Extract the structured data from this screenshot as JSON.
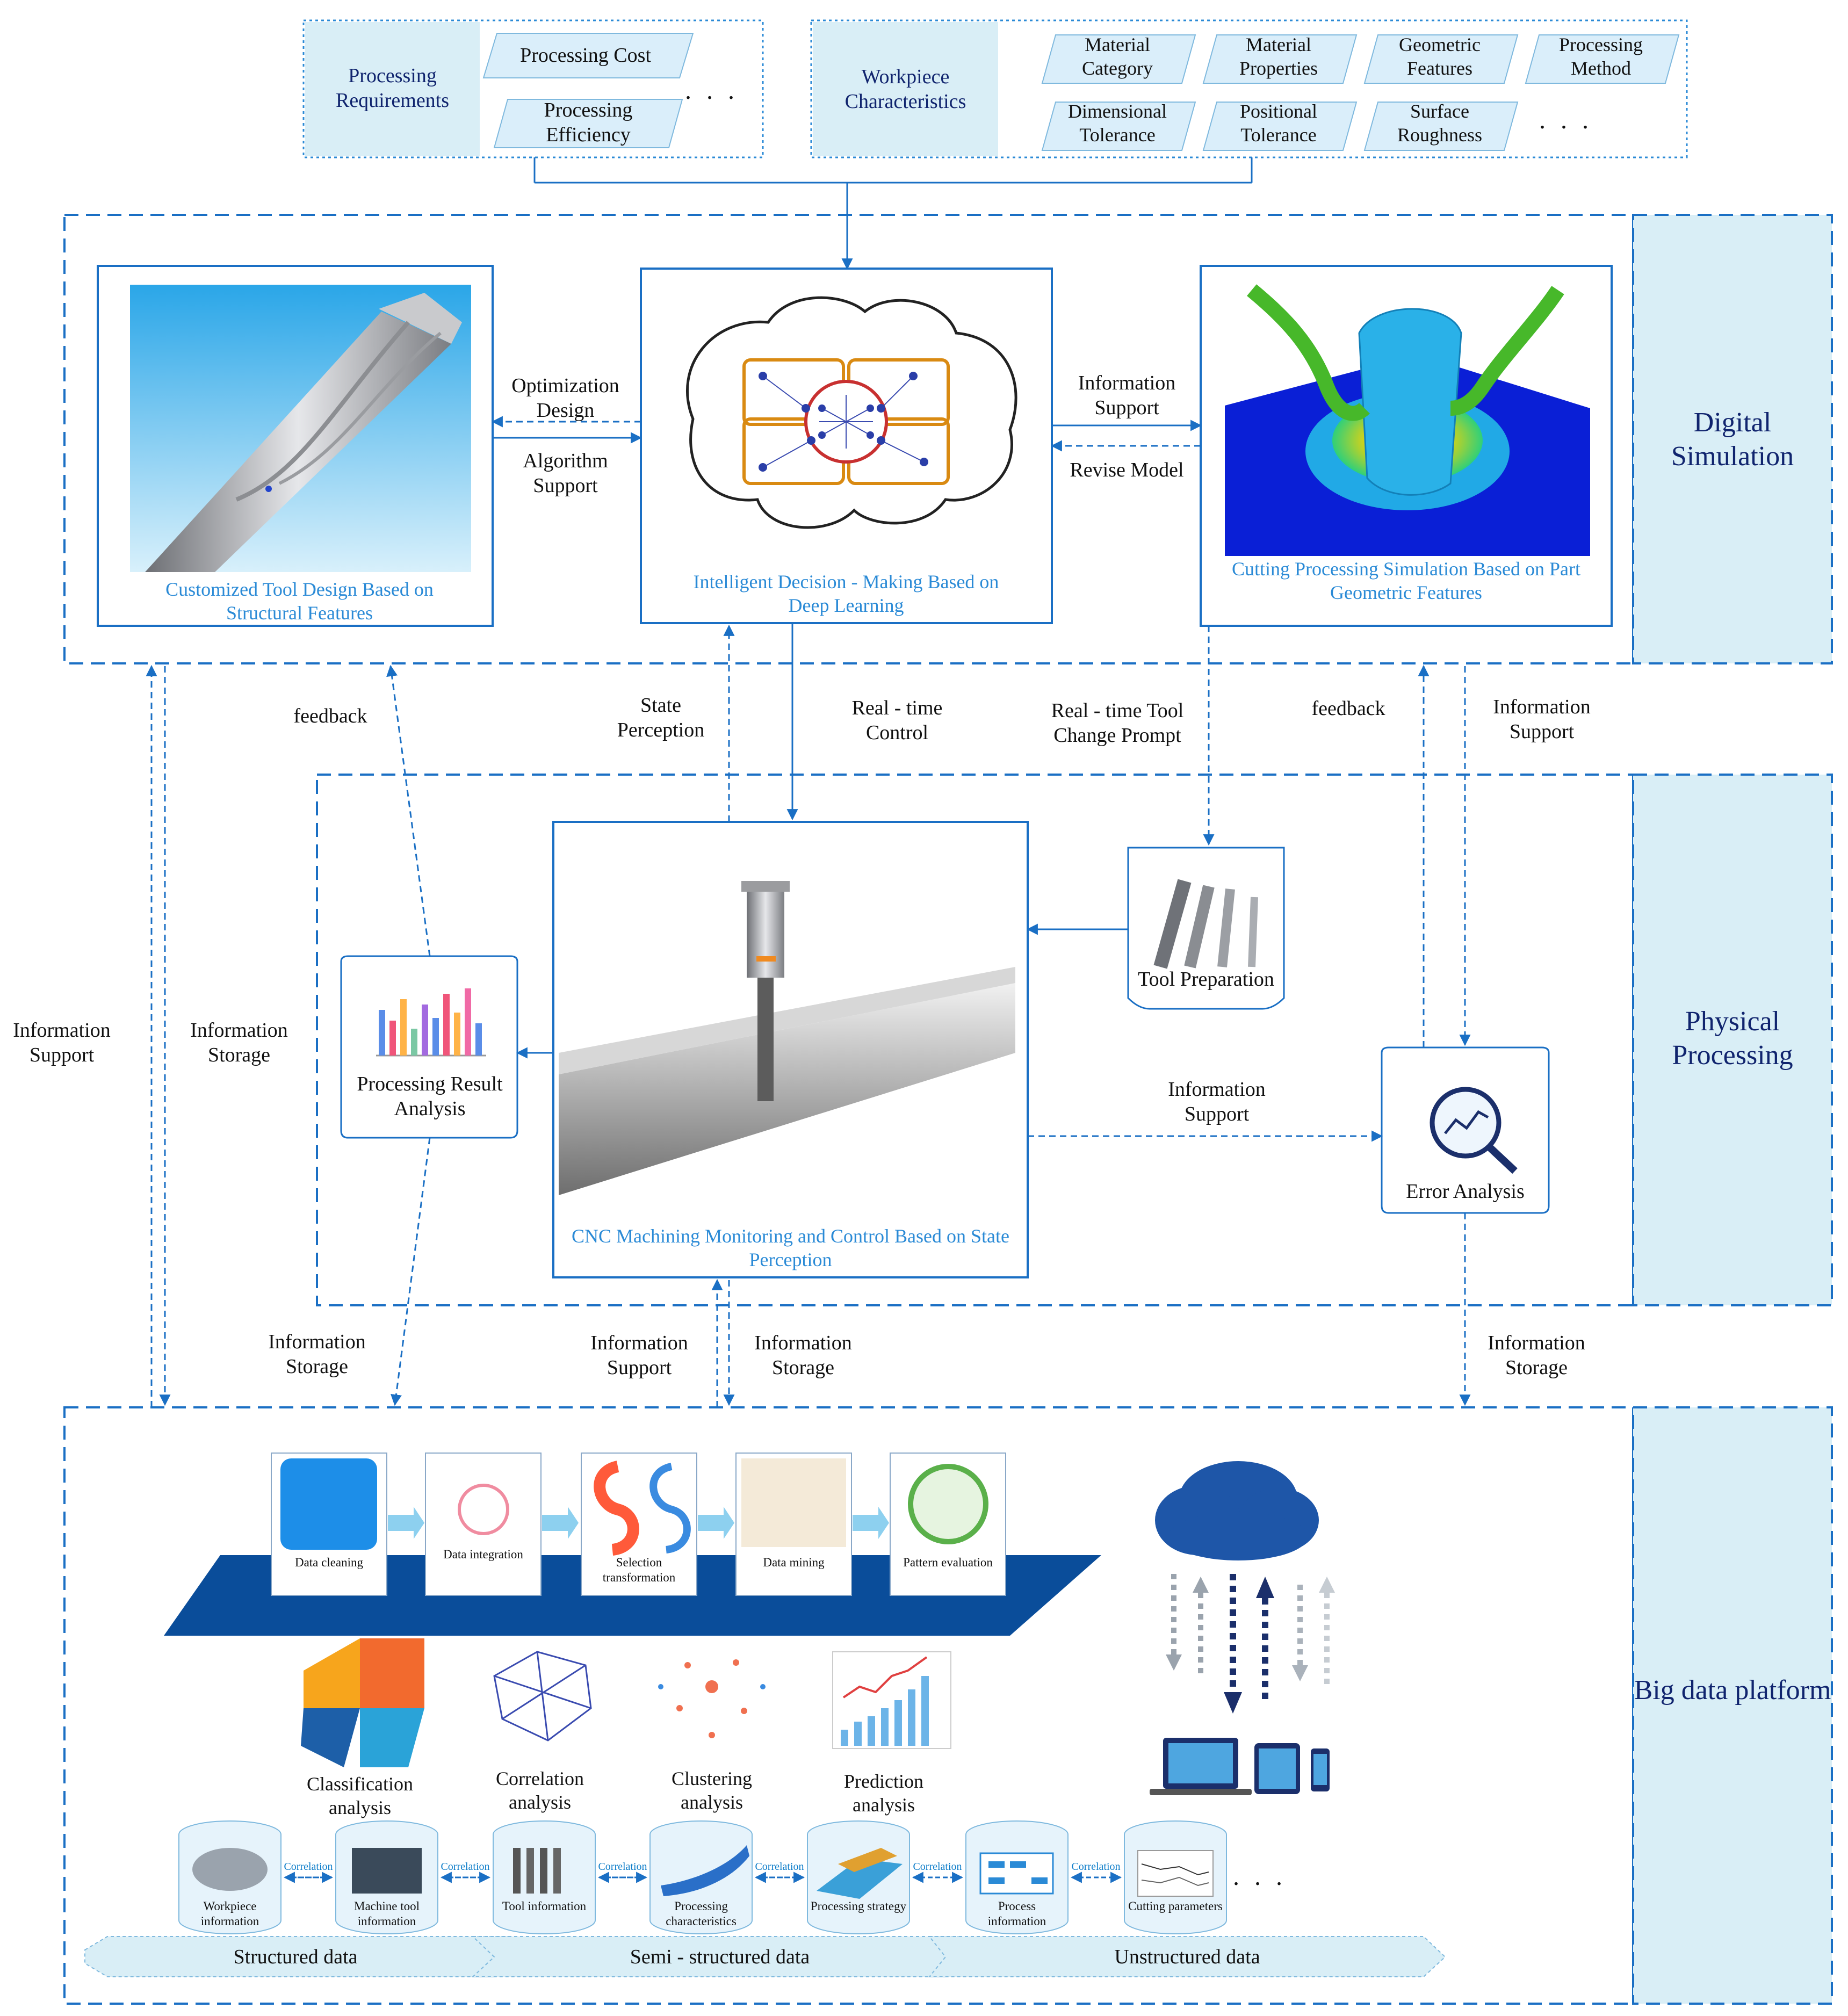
{
  "top": {
    "processing_requirements": {
      "title": "Processing Requirements",
      "items": [
        "Processing Cost",
        "Processing Efficiency"
      ],
      "more": ". . ."
    },
    "workpiece_characteristics": {
      "title": "Workpiece Characteristics",
      "items": [
        "Material Category",
        "Material Properties",
        "Geometric Features",
        "Processing Method",
        "Dimensional Tolerance",
        "Positional Tolerance",
        "Surface Roughness"
      ],
      "more": ". . ."
    }
  },
  "layers": {
    "digital": "Digital Simulation",
    "physical": "Physical Processing",
    "bigdata": "Big data platform"
  },
  "digital": {
    "tool_design": "Customized Tool Design Based on Structural Features",
    "decision": "Intelligent Decision - Making Based on Deep Learning",
    "simulation": "Cutting Processing Simulation Based on Part Geometric Features",
    "optimization_design": "Optimization Design",
    "algorithm_support": "Algorithm Support",
    "information_support": "Information Support",
    "revise_model": "Revise Model"
  },
  "between": {
    "feedback_left": "feedback",
    "state_perception": "State Perception",
    "realtime_control": "Real - time Control",
    "tool_change_prompt": "Real - time Tool Change Prompt",
    "feedback_right": "feedback",
    "information_support_right": "Information Support"
  },
  "physical": {
    "cnc": "CNC Machining Monitoring and Control Based on State Perception",
    "tool_preparation": "Tool Preparation",
    "result_analysis": "Processing Result Analysis",
    "error_analysis": "Error Analysis",
    "information_support": "Information Support",
    "side_info_support": "Information Support",
    "side_info_storage": "Information Storage"
  },
  "bottom_links": {
    "storage_left": "Information Storage",
    "support_mid": "Information Support",
    "storage_mid": "Information Storage",
    "storage_right": "Information Storage"
  },
  "bigdata": {
    "pipeline": [
      "Data cleaning",
      "Data integration",
      "Selection transformation",
      "Data mining",
      "Pattern evaluation"
    ],
    "analyses": [
      "Classification analysis",
      "Correlation analysis",
      "Clustering analysis",
      "Prediction analysis"
    ],
    "databases": [
      "Workpiece information",
      "Machine tool information",
      "Tool information",
      "Processing characteristics",
      "Processing strategy",
      "Process information",
      "Cutting parameters"
    ],
    "correlation": "Correlation",
    "more": ". . .",
    "data_types": [
      "Structured data",
      "Semi - structured data",
      "Unstructured data"
    ]
  },
  "colors": {
    "primary": "#1a6fc4",
    "navy": "#10246e",
    "light_panel": "#d9eef6",
    "tag_fill": "#daeefa",
    "platform_blue": "#0a4d9a",
    "arrow_blue": "#8dd0ef"
  }
}
